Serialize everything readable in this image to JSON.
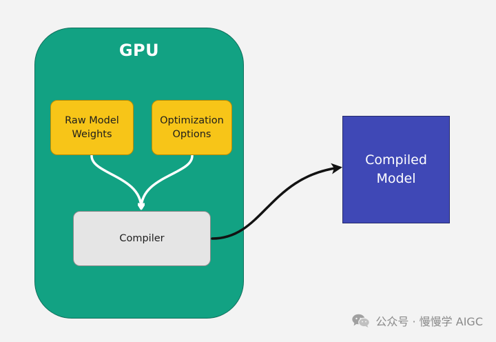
{
  "diagram": {
    "container": {
      "title": "GPU",
      "fill": "#12a283"
    },
    "nodes": {
      "raw_model_weights": {
        "line1": "Raw Model",
        "line2": "Weights",
        "fill": "#f7c518"
      },
      "optimization_options": {
        "line1": "Optimization",
        "line2": "Options",
        "fill": "#f7c518"
      },
      "compiler": {
        "label": "Compiler",
        "fill": "#e5e5e5"
      },
      "compiled_model": {
        "line1": "Compiled",
        "line2": "Model",
        "fill": "#3f48b6"
      }
    },
    "edges": [
      {
        "from": "raw_model_weights",
        "to": "compiler"
      },
      {
        "from": "optimization_options",
        "to": "compiler"
      },
      {
        "from": "compiler",
        "to": "compiled_model"
      }
    ]
  },
  "watermark": {
    "text": "公众号 · 慢慢学 AIGC",
    "icon": "wechat-icon"
  }
}
